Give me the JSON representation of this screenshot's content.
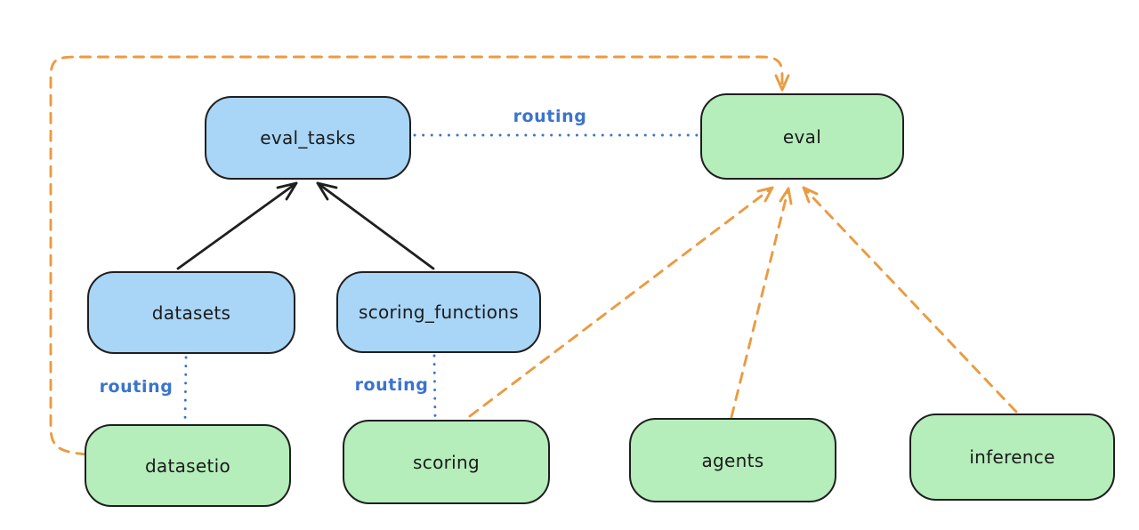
{
  "diagram": {
    "nodes": [
      {
        "id": "eval_tasks",
        "label": "eval_tasks",
        "kind": "resource",
        "fill": "#a9d5f6"
      },
      {
        "id": "eval",
        "label": "eval",
        "kind": "api",
        "fill": "#b5edbb"
      },
      {
        "id": "datasets",
        "label": "datasets",
        "kind": "resource",
        "fill": "#a9d5f6"
      },
      {
        "id": "scoring_functions",
        "label": "scoring_functions",
        "kind": "resource",
        "fill": "#a9d5f6"
      },
      {
        "id": "datasetio",
        "label": "datasetio",
        "kind": "api",
        "fill": "#b5edbb"
      },
      {
        "id": "scoring",
        "label": "scoring",
        "kind": "api",
        "fill": "#b5edbb"
      },
      {
        "id": "agents",
        "label": "agents",
        "kind": "api",
        "fill": "#b5edbb"
      },
      {
        "id": "inference",
        "label": "inference",
        "kind": "api",
        "fill": "#b5edbb"
      }
    ],
    "edges": [
      {
        "from": "eval_tasks",
        "to": "eval",
        "style": "dotted-blue",
        "label": "routing"
      },
      {
        "from": "datasets",
        "to": "datasetio",
        "style": "dotted-blue",
        "label": "routing"
      },
      {
        "from": "scoring_functions",
        "to": "scoring",
        "style": "dotted-blue",
        "label": "routing"
      },
      {
        "from": "datasets",
        "to": "eval_tasks",
        "style": "solid-black-arrow"
      },
      {
        "from": "scoring_functions",
        "to": "eval_tasks",
        "style": "solid-black-arrow"
      },
      {
        "from": "scoring",
        "to": "eval",
        "style": "dashed-orange-arrow"
      },
      {
        "from": "agents",
        "to": "eval",
        "style": "dashed-orange-arrow"
      },
      {
        "from": "inference",
        "to": "eval",
        "style": "dashed-orange-arrow"
      },
      {
        "from": "datasetio",
        "to": "eval",
        "style": "dashed-orange-arrow",
        "route": "around-left-and-top"
      }
    ],
    "colors": {
      "blue_fill": "#a9d5f6",
      "green_fill": "#b5edbb",
      "stroke": "#1f1f1f",
      "orange_line": "#ea9b41",
      "blue_line": "#3a74cd",
      "background": "#ffffff"
    }
  }
}
